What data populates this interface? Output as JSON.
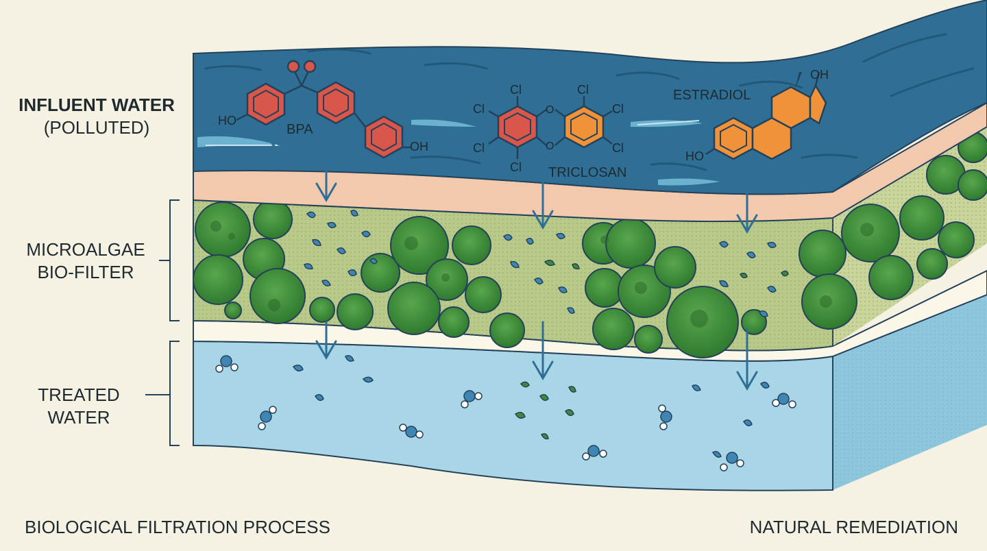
{
  "labels": {
    "influent_line1": "INFLUENT WATER",
    "influent_line2": "(POLLUTED)",
    "filter_line1": "MICROALGAE",
    "filter_line2": "BIO-FILTER",
    "treated_line1": "TREATED",
    "treated_line2": "WATER"
  },
  "molecules": {
    "bpa": {
      "name": "BPA",
      "groups": [
        "HO",
        "OH"
      ],
      "color": "#d9564a"
    },
    "triclosan": {
      "name": "TRICLOSAN",
      "groups": [
        "Cl",
        "Cl",
        "Cl",
        "Cl",
        "Cl",
        "Cl",
        "O",
        "O"
      ],
      "color": "#d9564a",
      "color2": "#f0923a"
    },
    "estradiol": {
      "name": "ESTRADIOL",
      "groups": [
        "OH",
        "HO"
      ],
      "color": "#f0923a"
    }
  },
  "footer": {
    "left": "BIOLOGICAL FILTRATION PROCESS",
    "right": "NATURAL REMEDIATION"
  },
  "colors": {
    "background": "#f5f1e3",
    "influent_water": "#2f6f96",
    "sediment": "#f2c9ad",
    "algae_layer": "#b8c98a",
    "algae_cell": "#3f8a3a",
    "treated_water": "#a9d6e6",
    "pollutant_particle": "#3f86b5",
    "arrow": "#2f6f96"
  }
}
